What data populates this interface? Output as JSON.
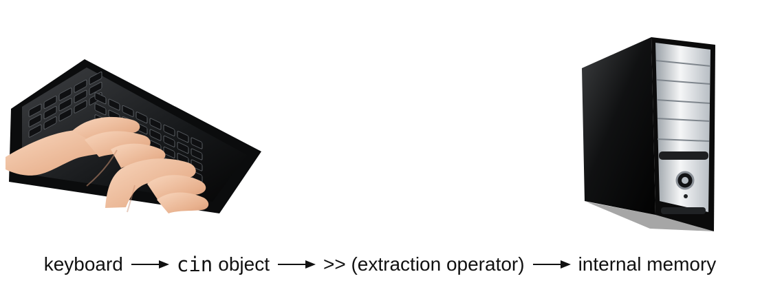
{
  "flow": {
    "items": [
      {
        "text": "keyboard"
      },
      {
        "code": "cin",
        "text": "object"
      },
      {
        "text": ">> (extraction operator)"
      },
      {
        "text": "internal memory"
      }
    ]
  },
  "images": {
    "keyboard": {
      "icon": "keyboard-hands-icon"
    },
    "computer": {
      "icon": "desktop-tower-icon"
    }
  },
  "colors": {
    "text": "#111111",
    "arrow": "#111111",
    "device_dark": "#171717",
    "device_silver": "#c7ccd1",
    "skin": "#f2c6a8"
  }
}
